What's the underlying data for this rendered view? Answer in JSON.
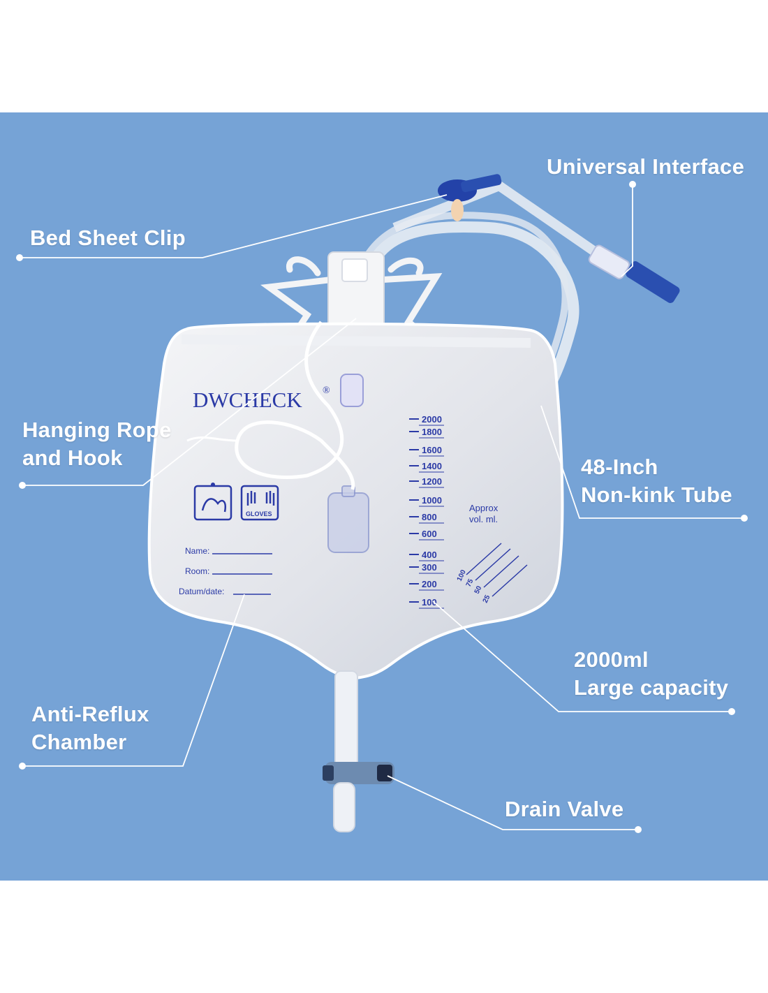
{
  "brand": {
    "name": "DWCHECK",
    "registered_mark": "®"
  },
  "callouts": {
    "universal_interface": [
      "Universal Interface"
    ],
    "bed_sheet_clip": [
      "Bed Sheet Clip"
    ],
    "hanging_rope": [
      "Hanging Rope",
      "and Hook"
    ],
    "tube": [
      "48-Inch",
      "Non-kink Tube"
    ],
    "capacity": [
      "2000ml",
      "Large capacity"
    ],
    "anti_reflux": [
      "Anti-Reflux",
      "Chamber"
    ],
    "drain_valve": [
      "Drain Valve"
    ]
  },
  "bag_labels": {
    "name_field": "Name:",
    "room_field": "Room:",
    "date_field": "Datum/date:",
    "gloves_icon_text": "GLOVES",
    "approx_line1": "Approx",
    "approx_line2": "vol. ml."
  },
  "scale": {
    "main_marks": [
      "2000",
      "1800",
      "1600",
      "1400",
      "1200",
      "1000",
      "800",
      "600",
      "400",
      "300",
      "200",
      "100"
    ],
    "small_marks": [
      "100",
      "75",
      "50",
      "25"
    ]
  },
  "colors": {
    "background": "#76a3d6",
    "label_text": "#ffffff",
    "print_blue": "#2b3aa6",
    "valve_blue": "#2a4fb0"
  },
  "icons": [
    "hand-wash-icon",
    "gloves-icon"
  ]
}
